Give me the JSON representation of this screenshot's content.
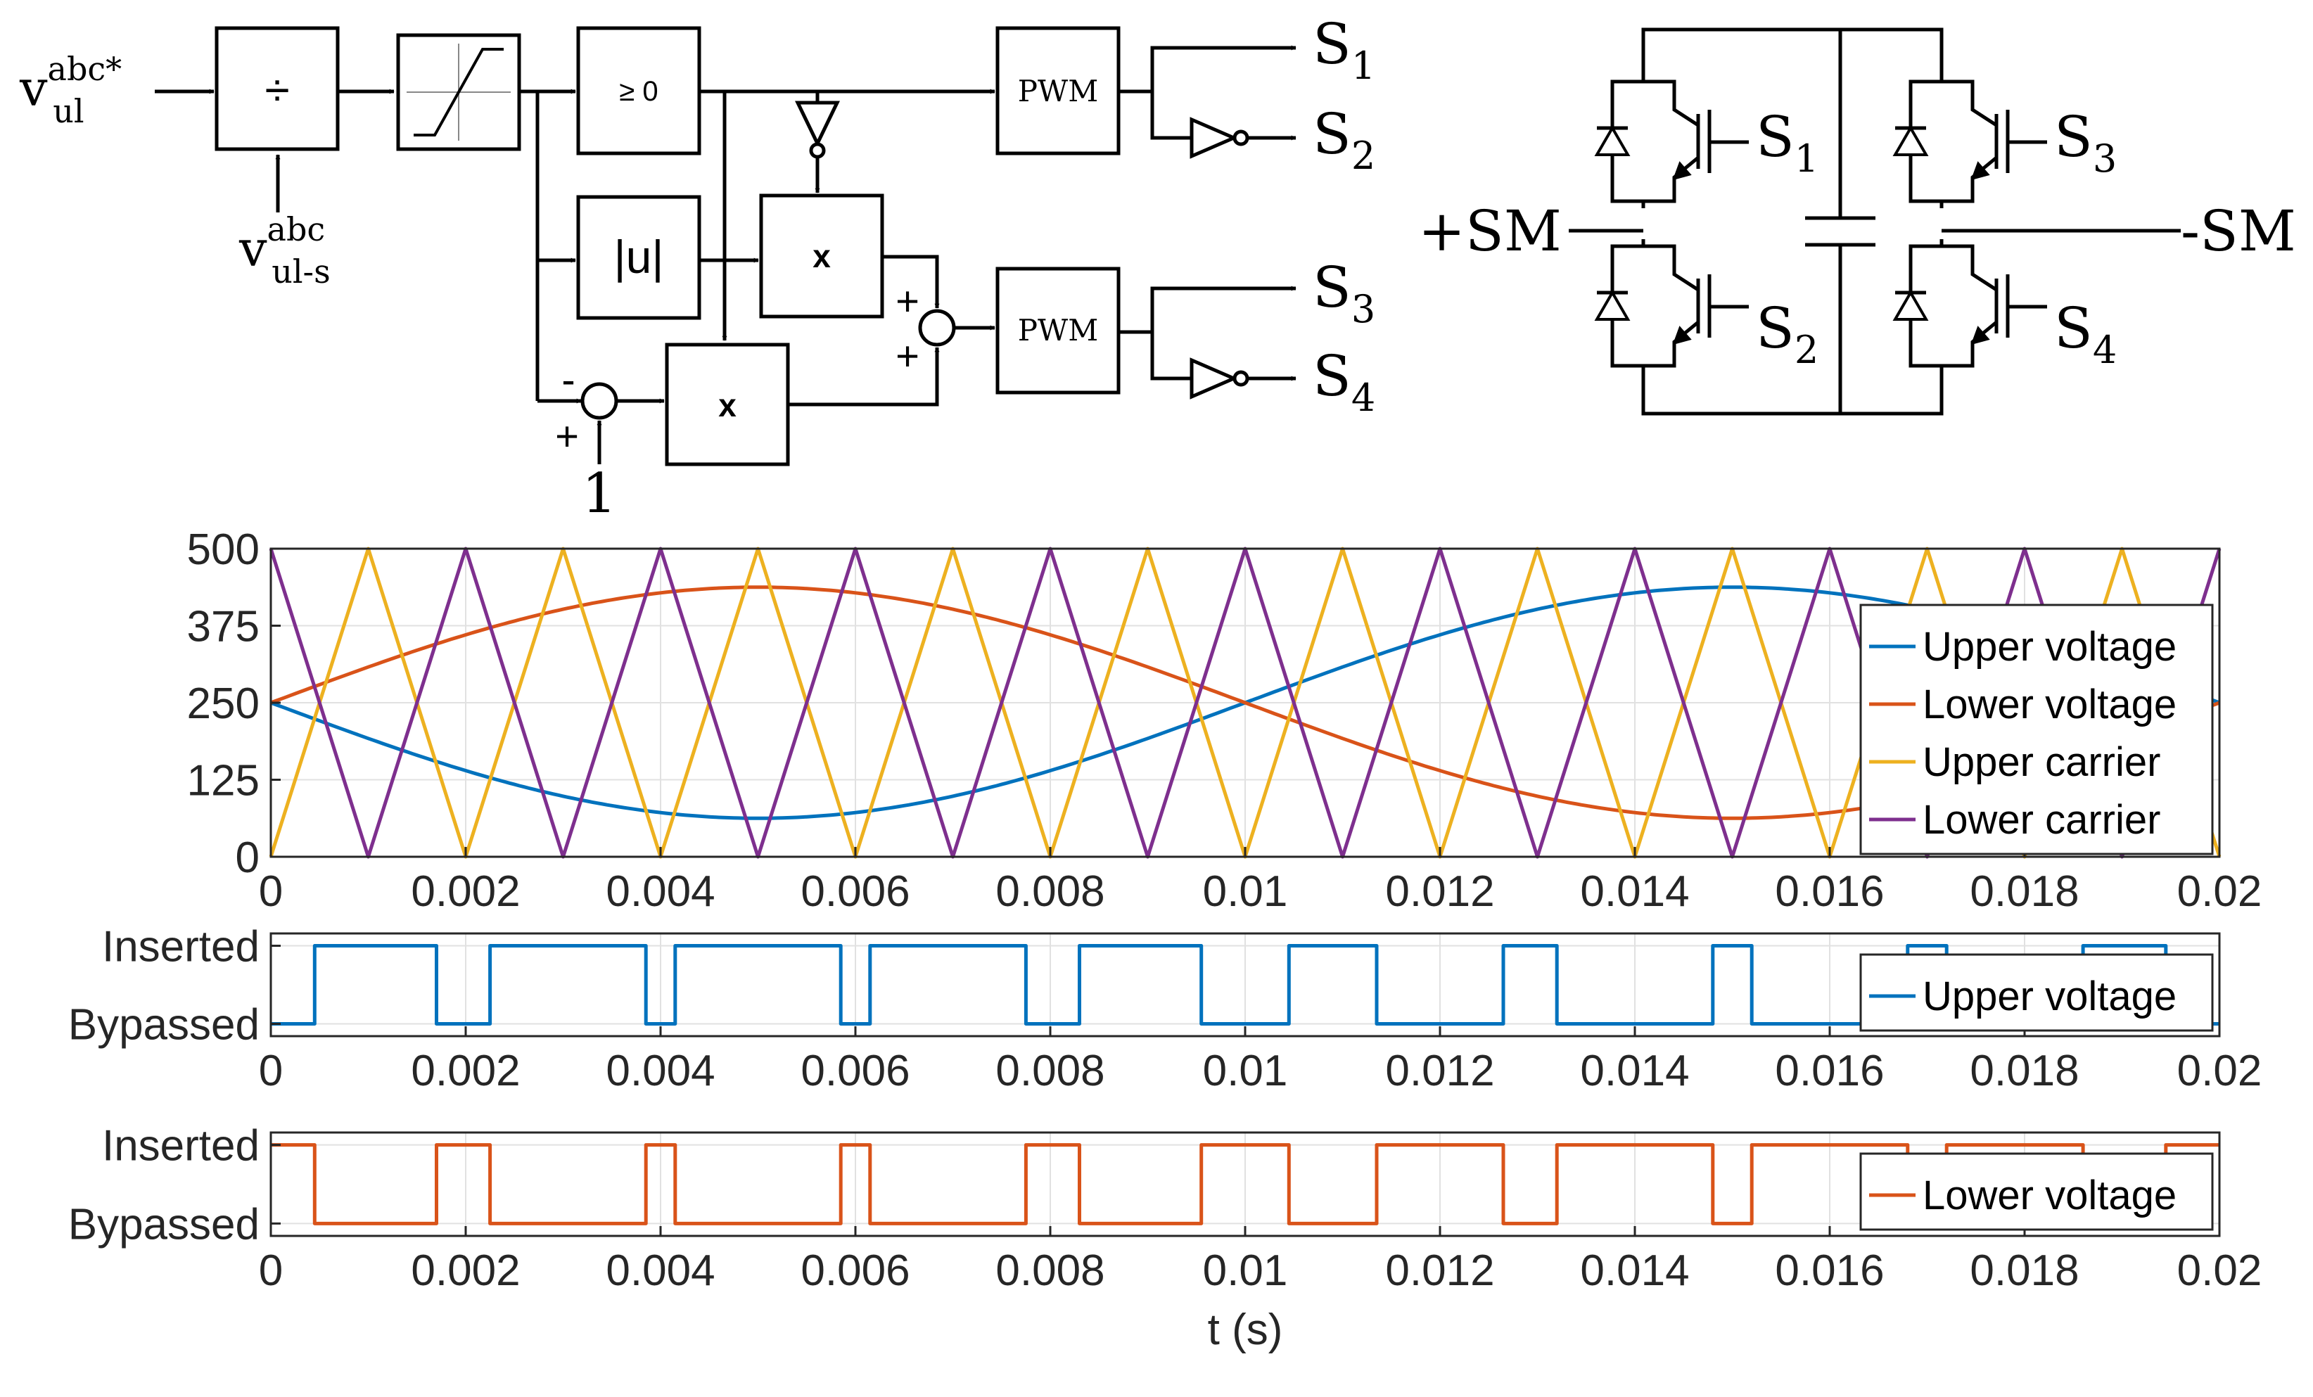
{
  "control_diagram": {
    "input_ref": "v",
    "input_ref_sub": "ul",
    "input_ref_sup": "abc*",
    "input_meas": "v",
    "input_meas_sub": "ul-s",
    "input_meas_sup": "abc",
    "divide_symbol": "÷",
    "compare_label": "≥ 0",
    "abs_label": "|u|",
    "mult_symbol": "x",
    "pwm_label": "PWM",
    "plus": "+",
    "minus": "-",
    "const_one": "1",
    "out_s1": "S",
    "out_s1_sub": "1",
    "out_s2": "S",
    "out_s2_sub": "2",
    "out_s3": "S",
    "out_s3_sub": "3",
    "out_s4": "S",
    "out_s4_sub": "4"
  },
  "circuit": {
    "pos_terminal": "+SM",
    "neg_terminal": "-SM",
    "s1": "S",
    "s1_sub": "1",
    "s2": "S",
    "s2_sub": "2",
    "s3": "S",
    "s3_sub": "3",
    "s4": "S",
    "s4_sub": "4"
  },
  "colors": {
    "upper_voltage": "#0072BD",
    "lower_voltage": "#D95319",
    "upper_carrier": "#EDB120",
    "lower_carrier": "#7E2F8E",
    "switch_signal": "#0072BD"
  },
  "chart_data": [
    {
      "type": "line",
      "xlim": [
        0,
        0.02
      ],
      "ylim": [
        0,
        500
      ],
      "yticks": [
        0,
        125,
        250,
        375,
        500
      ],
      "xticks": [
        0,
        0.002,
        0.004,
        0.006,
        0.008,
        0.01,
        0.012,
        0.014,
        0.016,
        0.018,
        0.02
      ],
      "ytick_labels": [
        "0",
        "125",
        "250",
        "375",
        "500"
      ],
      "xtick_labels": [
        "0",
        "0.002",
        "0.004",
        "0.006",
        "0.008",
        "0.01",
        "0.012",
        "0.014",
        "0.016",
        "0.018",
        "0.02"
      ],
      "grid": true,
      "legend_position": "right",
      "series": [
        {
          "name": "Upper voltage",
          "kind": "sine",
          "offset": 250,
          "amplitude": -187.5,
          "frequency": 50
        },
        {
          "name": "Lower voltage",
          "kind": "sine",
          "offset": 250,
          "amplitude": 187.5,
          "frequency": 50
        },
        {
          "name": "Upper carrier",
          "kind": "triangle",
          "min": 0,
          "max": 500,
          "period": 0.002,
          "start": "min"
        },
        {
          "name": "Lower carrier",
          "kind": "triangle",
          "min": 0,
          "max": 500,
          "period": 0.002,
          "start": "max"
        }
      ]
    },
    {
      "type": "line",
      "xlim": [
        0,
        0.02
      ],
      "ylim": [
        0,
        1
      ],
      "yticks": [
        0,
        1
      ],
      "ytick_labels": [
        "Bypassed",
        "Inserted"
      ],
      "xticks": [
        0,
        0.002,
        0.004,
        0.006,
        0.008,
        0.01,
        0.012,
        0.014,
        0.016,
        0.018,
        0.02
      ],
      "xtick_labels": [
        "0",
        "0.002",
        "0.004",
        "0.006",
        "0.008",
        "0.01",
        "0.012",
        "0.014",
        "0.016",
        "0.018",
        "0.02"
      ],
      "grid": true,
      "legend_position": "right",
      "series": [
        {
          "name": "Upper voltage",
          "kind": "step",
          "x": [
            0,
            0.00045,
            0.0017,
            0.00225,
            0.00385,
            0.00415,
            0.00585,
            0.00615,
            0.00775,
            0.0083,
            0.00955,
            0.01045,
            0.01135,
            0.01265,
            0.0132,
            0.0148,
            0.0152,
            0.0168,
            0.0172,
            0.0186,
            0.01945,
            0.02
          ],
          "y": [
            0,
            1,
            0,
            1,
            0,
            1,
            0,
            1,
            0,
            1,
            0,
            1,
            0,
            1,
            0,
            1,
            0,
            1,
            0,
            1,
            0,
            0
          ]
        }
      ]
    },
    {
      "type": "line",
      "xlim": [
        0,
        0.02
      ],
      "ylim": [
        0,
        1
      ],
      "yticks": [
        0,
        1
      ],
      "ytick_labels": [
        "Bypassed",
        "Inserted"
      ],
      "xticks": [
        0,
        0.002,
        0.004,
        0.006,
        0.008,
        0.01,
        0.012,
        0.014,
        0.016,
        0.018,
        0.02
      ],
      "xtick_labels": [
        "0",
        "0.002",
        "0.004",
        "0.006",
        "0.008",
        "0.01",
        "0.012",
        "0.014",
        "0.016",
        "0.018",
        "0.02"
      ],
      "xlabel": "t (s)",
      "grid": true,
      "legend_position": "right",
      "series": [
        {
          "name": "Lower voltage",
          "kind": "step",
          "x": [
            0,
            0.00045,
            0.0017,
            0.00225,
            0.00385,
            0.00415,
            0.00585,
            0.00615,
            0.00775,
            0.0083,
            0.00955,
            0.01045,
            0.01135,
            0.01265,
            0.0132,
            0.0148,
            0.0152,
            0.0168,
            0.0172,
            0.0186,
            0.01945,
            0.02
          ],
          "y": [
            1,
            0,
            1,
            0,
            1,
            0,
            1,
            0,
            1,
            0,
            1,
            0,
            1,
            0,
            1,
            0,
            1,
            0,
            1,
            0,
            1,
            1
          ]
        }
      ]
    }
  ]
}
